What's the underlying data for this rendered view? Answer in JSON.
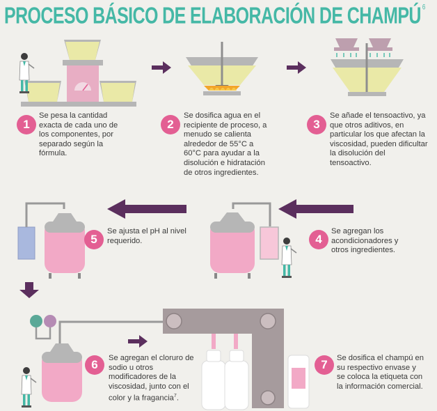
{
  "title": "PROCESO BÁSICO DE ELABORACIÓN DE CHAMPÚ",
  "title_ref": "6",
  "colors": {
    "title": "#45b8a6",
    "badge": "#e35f93",
    "arrow": "#5b2f5e",
    "hopper_gray": "#b6b6b6",
    "hopper_cream": "#eae9a7",
    "tank_pink": "#f2a9c6",
    "pipe_gray": "#999999",
    "machine_gray": "#a69b9d"
  },
  "steps": [
    {
      "number": "1",
      "text": "Se pesa la cantidad exacta de cada uno de los componentes, por separado según la fórmula."
    },
    {
      "number": "2",
      "text": "Se dosifica agua en el recipiente de proceso, a menudo se calienta alrededor de 55°C a 60°C para ayudar a la disolución e hidratación de otros ingredientes."
    },
    {
      "number": "3",
      "text": "Se añade el tensoactivo, ya que otros aditivos, en particular los que afectan la viscosidad, pueden dificultar la disolución del tensoactivo."
    },
    {
      "number": "4",
      "text": "Se agregan los acondicionadores y otros ingredientes."
    },
    {
      "number": "5",
      "text": "Se ajusta el pH al nivel requerido."
    },
    {
      "number": "6",
      "text": "Se agregan el cloruro de sodio u otros modificadores de la viscosidad, junto con el color y la fragancia",
      "ref": "7",
      "end": "."
    },
    {
      "number": "7",
      "text": "Se dosifica el champú en su respectivo envase y se coloca la etiqueta con la información comercial."
    }
  ],
  "icons": [
    "scientist-icon",
    "scale-icon",
    "heated-tank-icon",
    "shower-hopper-icon",
    "mixing-tank-icon",
    "bottle-icon",
    "arrow-icon"
  ]
}
